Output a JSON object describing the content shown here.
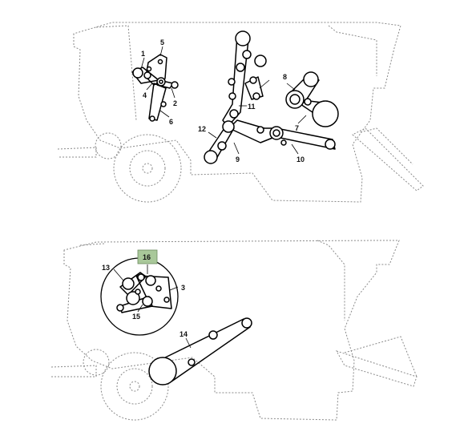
{
  "callouts": {
    "c1": "1",
    "c2": "2",
    "c3": "3",
    "c4": "4",
    "c5": "5",
    "c6": "6",
    "c7": "7",
    "c8": "8",
    "c9": "9",
    "c10": "10",
    "c11": "11",
    "c12": "12",
    "c13": "13",
    "c14": "14",
    "c15": "15",
    "c16": "16"
  },
  "highlight": {
    "callout": "16",
    "fill": "#a9c89a"
  }
}
